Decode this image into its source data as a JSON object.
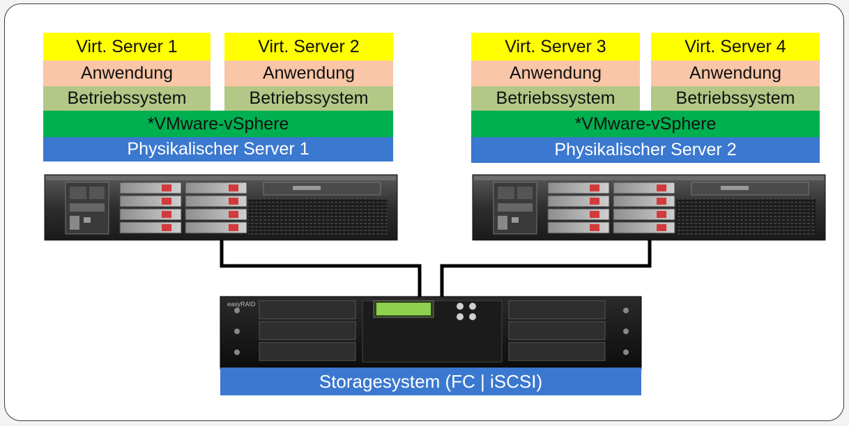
{
  "hosts": [
    {
      "vms": [
        {
          "name": "Virt. Server 1",
          "app": "Anwendung",
          "os": "Betriebssystem"
        },
        {
          "name": "Virt. Server 2",
          "app": "Anwendung",
          "os": "Betriebssystem"
        }
      ],
      "hypervisor": "*VMware-vSphere",
      "physical": "Physikalischer Server 1"
    },
    {
      "vms": [
        {
          "name": "Virt. Server 3",
          "app": "Anwendung",
          "os": "Betriebssystem"
        },
        {
          "name": "Virt. Server 4",
          "app": "Anwendung",
          "os": "Betriebssystem"
        }
      ],
      "hypervisor": "*VMware-vSphere",
      "physical": "Physikalischer Server 2"
    }
  ],
  "storage": {
    "brand": "easyRAID",
    "label": "Storagesystem (FC | iSCSI)"
  },
  "colors": {
    "virtual_server": "#ffff00",
    "application": "#f9c6a7",
    "os": "#b3c786",
    "hypervisor": "#00b050",
    "physical": "#3b78cf",
    "storage": "#3b78cf"
  }
}
